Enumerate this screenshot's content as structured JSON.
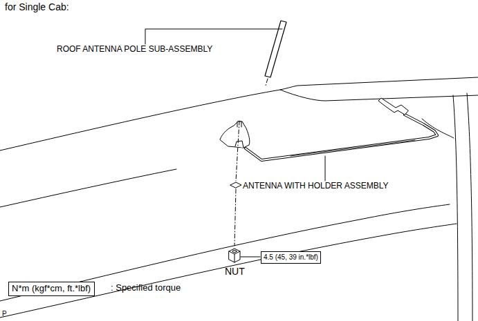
{
  "diagram": {
    "title": "for Single Cab:",
    "nodes": [
      {
        "text": [
          "4.5 (45, 39 in.*lbf)"
        ]
      },
      {
        "text": [
          "N*m (kgf*cm, ft.*lbf)"
        ]
      }
    ],
    "labels": [
      "ROOF ANTENNA POLE SUB-ASSEMBLY",
      "ANTENNA WITH HOLDER ASSEMBLY",
      "NUT",
      ": Specified torque",
      "P"
    ]
  }
}
